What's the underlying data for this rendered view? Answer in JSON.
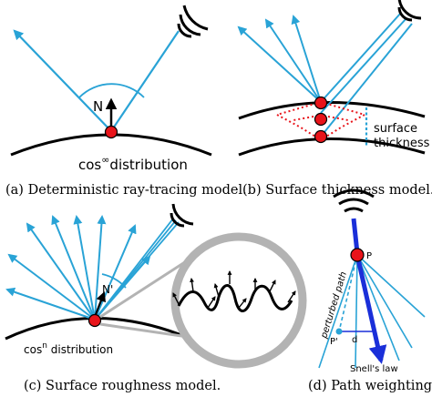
{
  "panels": {
    "a": {
      "caption": "(a) Deterministic ray-tracing model.",
      "normal_label": "N",
      "distribution_base": "cos",
      "distribution_exp": "∞",
      "distribution_rest": "distribution"
    },
    "b": {
      "caption": "(b) Surface thickness model.",
      "thickness_label_1": "surface",
      "thickness_label_2": "thickness"
    },
    "c": {
      "caption": "(c) Surface roughness model.",
      "normal_label": "N'",
      "distribution_base": "cos",
      "distribution_exp": "n",
      "distribution_rest": " distribution"
    },
    "d": {
      "caption": "(d) Path weighting.",
      "point_p": "P",
      "point_p_prime": "P'",
      "distance_label": "d",
      "perturbed_label": "perturbed path",
      "snell_label": "Snell's law"
    }
  },
  "colors": {
    "ray": "#29a3d6",
    "dark_ray": "#1a2fd9",
    "hit_point": "#e8141a",
    "surface": "#000000",
    "magnifier": "#b3b3b3",
    "dotted_red": "#e8141a"
  },
  "icons": [
    "antenna-icon"
  ]
}
